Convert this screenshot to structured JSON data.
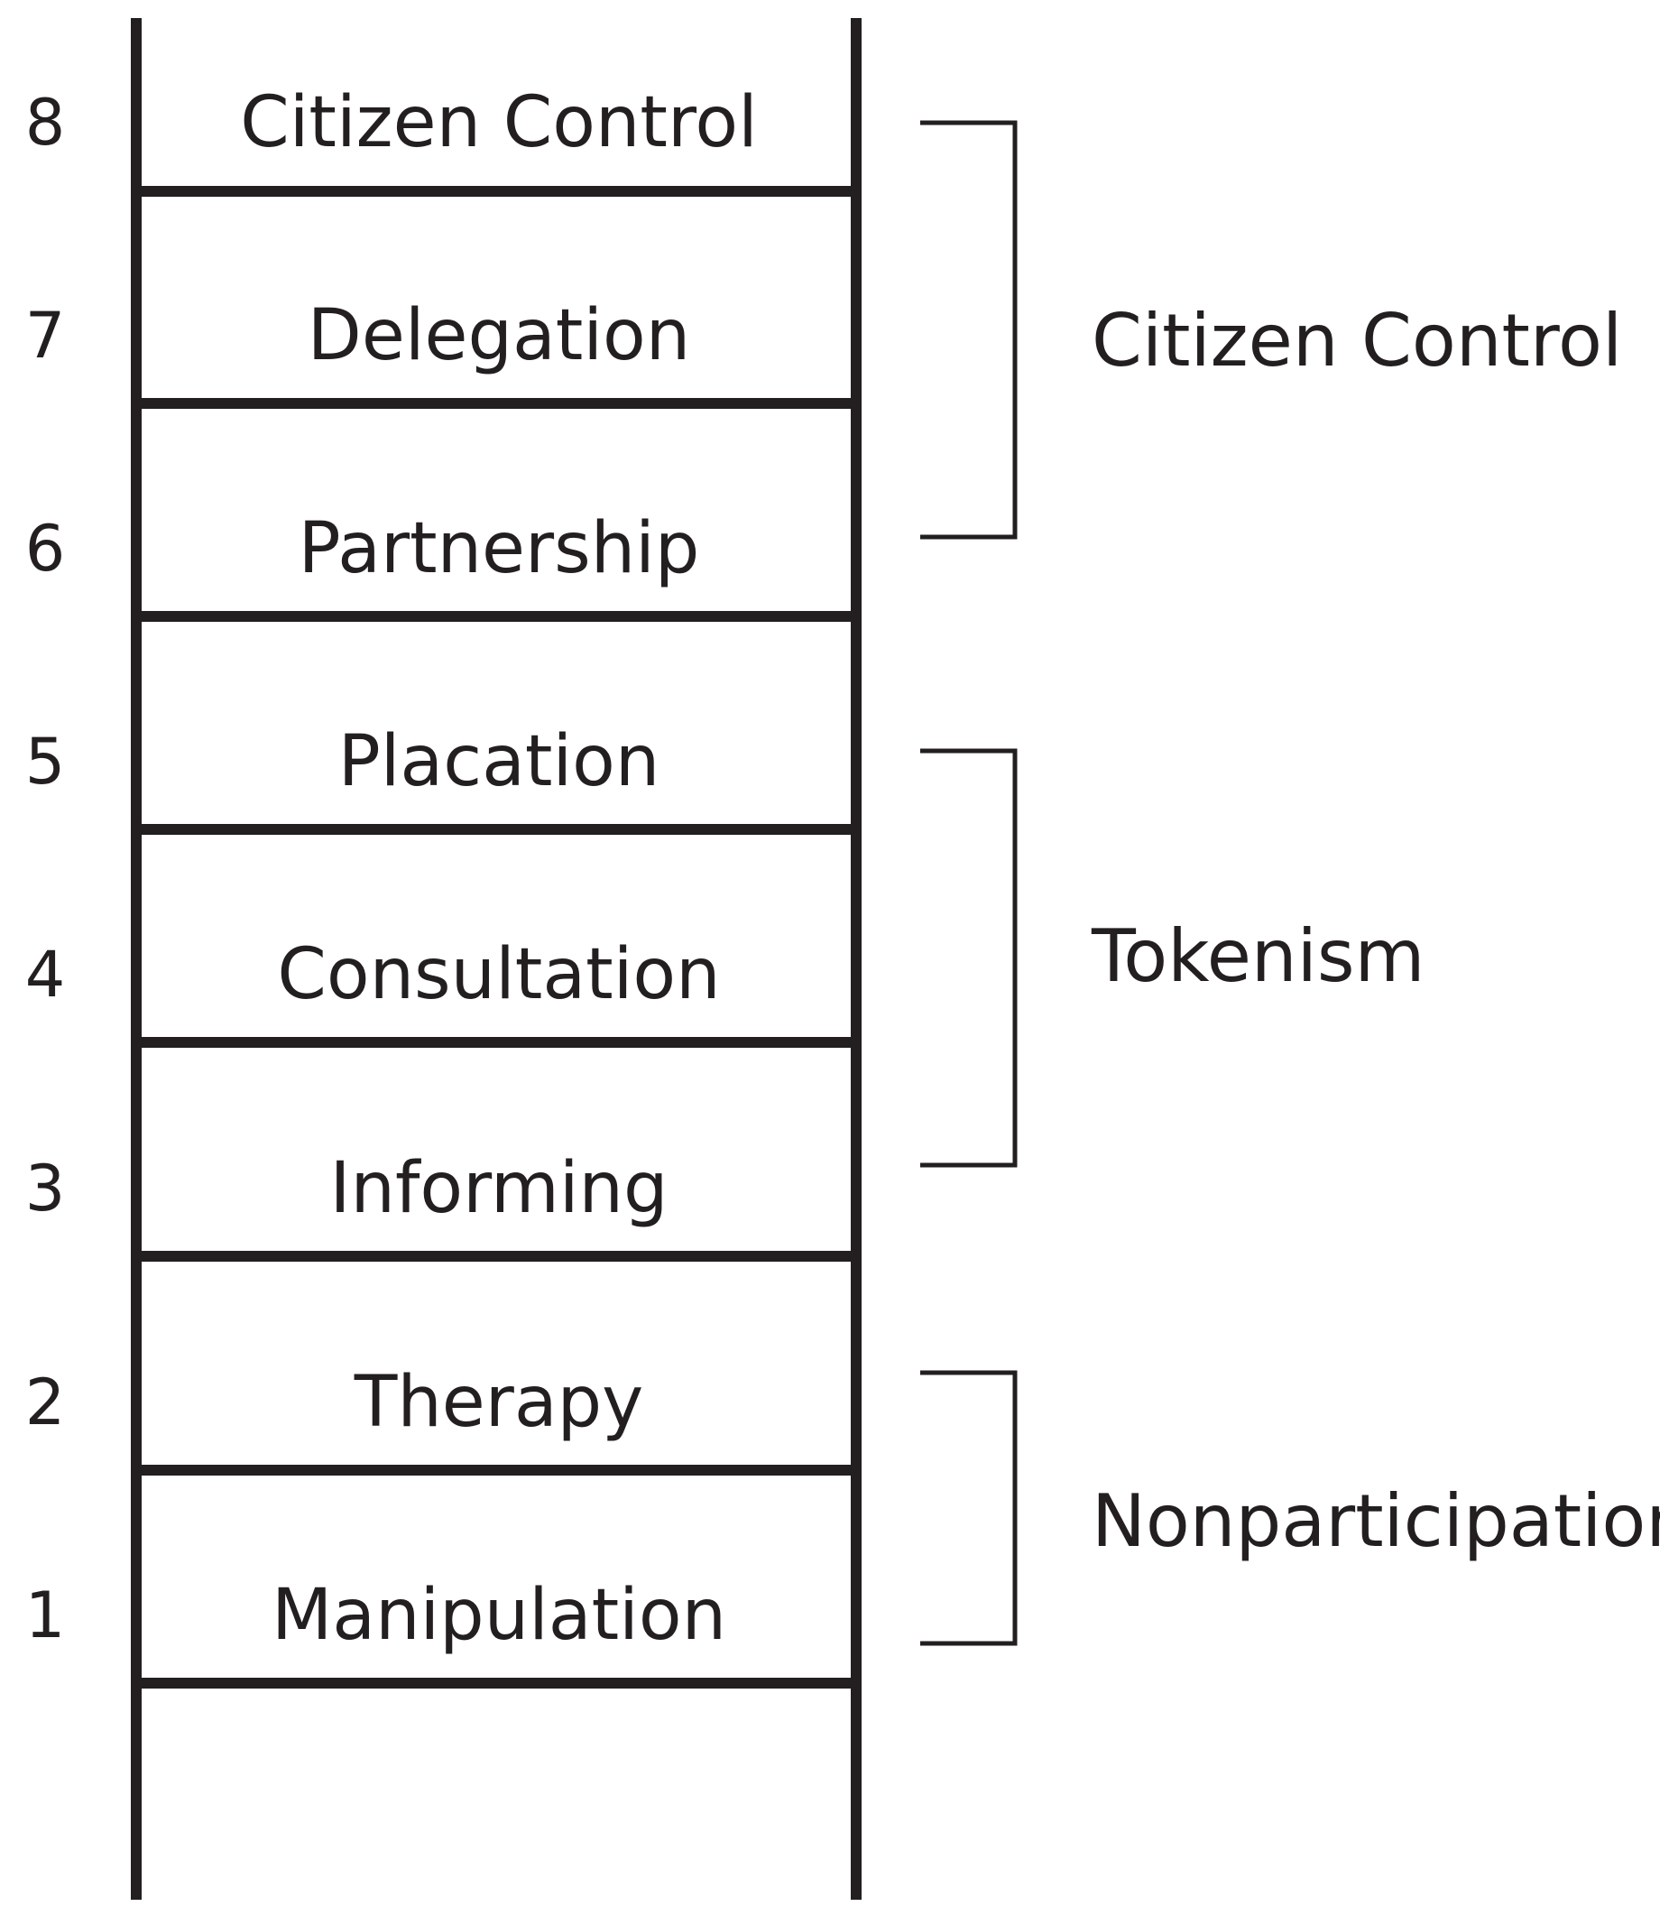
{
  "ladder": {
    "rungs": [
      {
        "number": "8",
        "label": "Citizen Control"
      },
      {
        "number": "7",
        "label": "Delegation"
      },
      {
        "number": "6",
        "label": "Partnership"
      },
      {
        "number": "5",
        "label": "Placation"
      },
      {
        "number": "4",
        "label": "Consultation"
      },
      {
        "number": "3",
        "label": "Informing"
      },
      {
        "number": "2",
        "label": "Therapy"
      },
      {
        "number": "1",
        "label": "Manipulation"
      }
    ]
  },
  "groups": [
    {
      "label": "Citizen Control",
      "rungs": [
        "8",
        "7",
        "6"
      ]
    },
    {
      "label": "Tokenism",
      "rungs": [
        "5",
        "4",
        "3"
      ]
    },
    {
      "label": "Nonparticipation",
      "rungs": [
        "2",
        "1"
      ]
    }
  ],
  "colors": {
    "ink": "#231f20",
    "background": "#ffffff"
  }
}
